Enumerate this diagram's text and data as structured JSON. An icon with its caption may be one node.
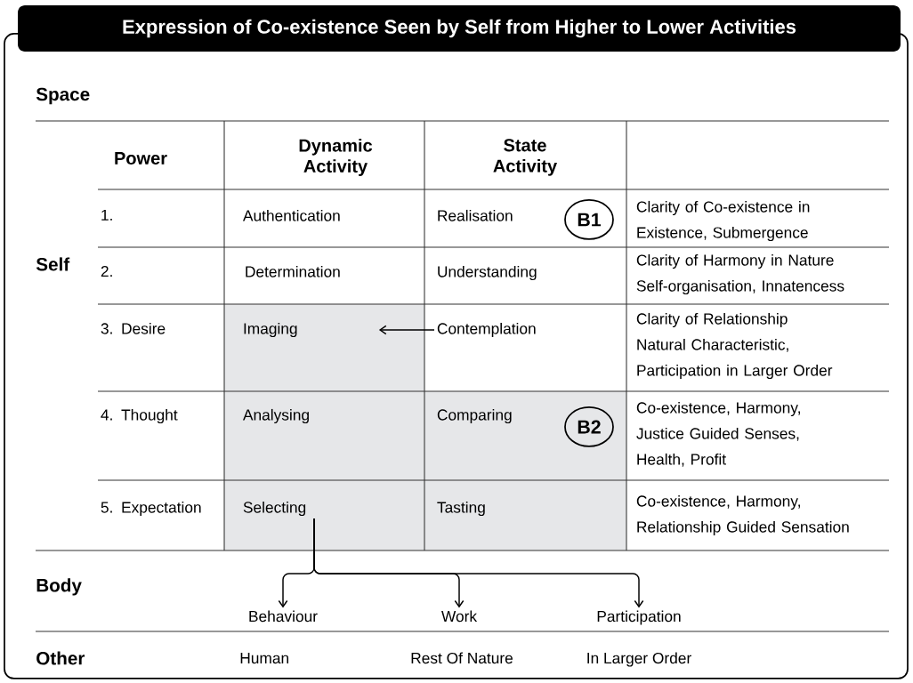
{
  "diagram": {
    "title": "Expression of Co-existence Seen by Self from Higher to Lower Activities",
    "nodes": [
      {
        "text": [
          "Power"
        ]
      },
      {
        "text": [
          "Dynamic Activity"
        ]
      },
      {
        "text": [
          "State Activity"
        ]
      },
      {
        "text": [
          "1."
        ]
      },
      {
        "text": [
          "Authentication"
        ]
      },
      {
        "text": [
          "Realisation"
        ]
      },
      {
        "text": [
          "B1"
        ]
      },
      {
        "text": [
          "Clarity of Co-existence in Existence, Submergence"
        ]
      },
      {
        "text": [
          "2."
        ]
      },
      {
        "text": [
          "Determination"
        ]
      },
      {
        "text": [
          "Understanding"
        ]
      },
      {
        "text": [
          "Clarity of Harmony in Nature Self-organisation, Innatencess"
        ]
      },
      {
        "text": [
          "3. Desire"
        ]
      },
      {
        "text": [
          "Imaging"
        ]
      },
      {
        "text": [
          "Contemplation"
        ]
      },
      {
        "text": [
          "Clarity of Relationship",
          "Natural Characteristic, Participation in Larger Order"
        ]
      },
      {
        "text": [
          "4. Thought"
        ]
      },
      {
        "text": [
          "Analysing"
        ]
      },
      {
        "text": [
          "Comparing"
        ]
      },
      {
        "text": [
          "B2"
        ]
      },
      {
        "text": [
          "Co-existence, Harmony, Justice Guided Senses, Health, Profit"
        ]
      },
      {
        "text": [
          "5. Expectation"
        ]
      },
      {
        "text": [
          "Selecting"
        ]
      },
      {
        "text": [
          "Tasting"
        ]
      },
      {
        "text": [
          "Co-existence, Harmony, Relationship Guided Sensation"
        ]
      },
      {
        "text": [
          "Behaviour"
        ]
      },
      {
        "text": [
          "Work"
        ]
      },
      {
        "text": [
          "Participation"
        ]
      }
    ],
    "edges": [
      {
        "from": 14,
        "to": 13,
        "arrow": "to"
      },
      {
        "from": 22,
        "to": 25,
        "arrow": "to"
      },
      {
        "from": 22,
        "to": 26,
        "arrow": "to"
      },
      {
        "from": 22,
        "to": 27,
        "arrow": "to"
      }
    ],
    "labels": [
      "Space",
      "Self",
      "Body",
      "Other",
      "Human",
      "Rest Of Nature",
      "In Larger Order"
    ]
  }
}
